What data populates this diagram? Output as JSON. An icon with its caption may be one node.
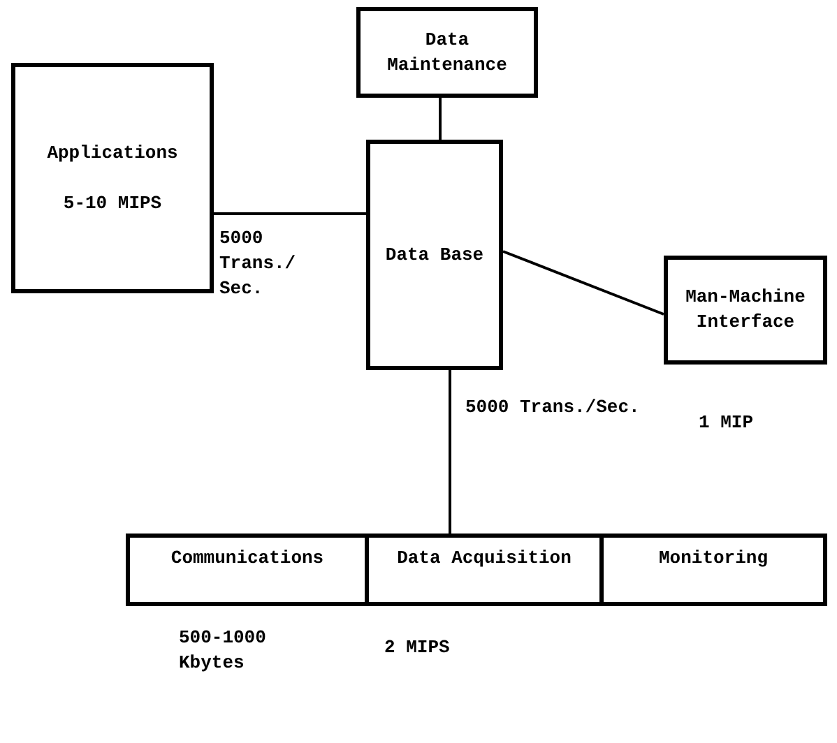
{
  "diagram": {
    "nodes": [
      {
        "text": [
          "Data Maintenance"
        ]
      },
      {
        "text": [
          "Applications",
          "5-10 MIPS"
        ]
      },
      {
        "text": [
          "Data Base"
        ]
      },
      {
        "text": [
          "Man-Machine Interface"
        ],
        "beside": [
          "1 MIP"
        ]
      },
      {
        "text": [
          "Communications"
        ],
        "beside": [
          "500-1000 Kbytes"
        ]
      },
      {
        "text": [
          "Data Acquisition"
        ],
        "beside": [
          "2 MIPS"
        ]
      },
      {
        "text": [
          "Monitoring"
        ]
      }
    ],
    "edges": [
      {
        "from": 0,
        "to": 2,
        "arrow": "none"
      },
      {
        "from": 1,
        "to": 2,
        "arrow": "none",
        "label": "5000 Trans./ Sec."
      },
      {
        "from": 2,
        "to": 3,
        "arrow": "none"
      },
      {
        "from": 2,
        "to": 5,
        "arrow": "none",
        "label": "5000 Trans./Sec."
      }
    ]
  }
}
